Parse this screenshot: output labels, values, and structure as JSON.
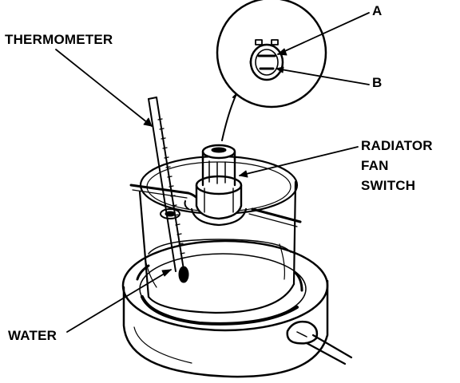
{
  "labels": {
    "thermometer": "THERMOMETER",
    "a": "A",
    "b": "B",
    "radiator": "RADIATOR",
    "fan": "FAN",
    "switch": "SWITCH",
    "water": "WATER"
  },
  "colors": {
    "ink": "#000000",
    "paper": "#ffffff"
  }
}
